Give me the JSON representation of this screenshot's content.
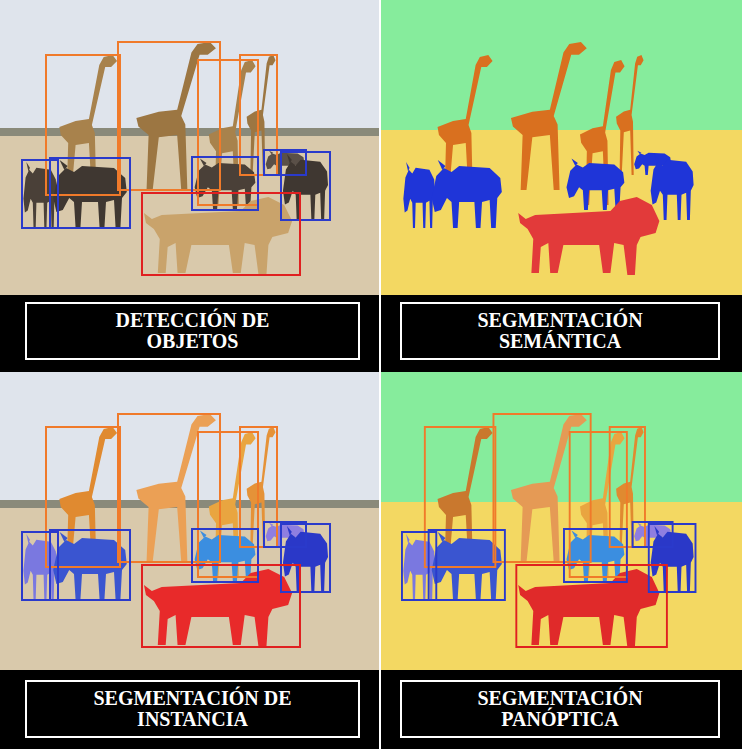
{
  "diagram": {
    "nodes": [
      {
        "text": [
          "DETECCIÓN DE OBJETOS"
        ]
      },
      {
        "text": [
          "SEGMENTACIÓN SEMÁNTICA"
        ]
      },
      {
        "text": [
          "SEGMENTACIÓN DE INSTANCIA"
        ]
      },
      {
        "text": [
          "SEGMENTACIÓN PANÓPTICA"
        ]
      }
    ]
  }
}
